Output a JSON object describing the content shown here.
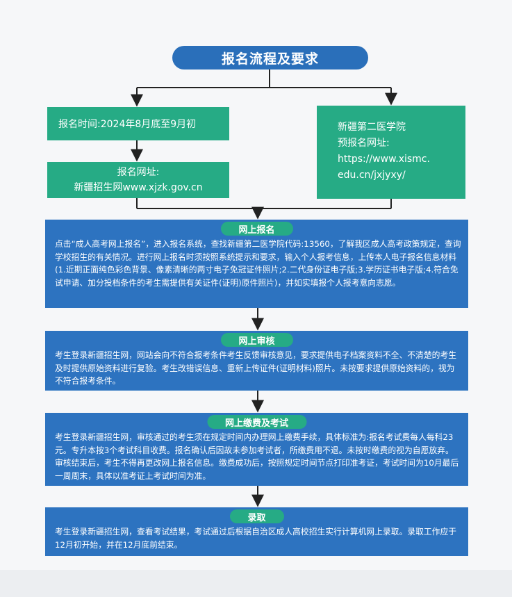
{
  "title": "报名流程及要求",
  "left_flow": {
    "time_box": "报名时间:2024年8月底至9月初",
    "site_box_line1": "报名网址:",
    "site_box_line2": "新疆招生网www.xjzk.gov.cn"
  },
  "right_box": {
    "line1": "新疆第二医学院",
    "line2": "预报名网址:",
    "line3": "https://www.xismc.",
    "line4": "edu.cn/jxjyxy/"
  },
  "sections": [
    {
      "heading": "网上报名",
      "body": "点击“成人高考网上报名”，进入报名系统，查找新疆第二医学院代码:13560，了解我区成人高考政策规定，查询学校招生的有关情况。进行网上报名时须按照系统提示和要求，输入个人报考信息，上传本人电子报名信息材料(1.近期正面纯色彩色背景、像素清晰的两寸电子免冠证件照片;2.二代身份证电子版;3.学历证书电子版;4.符合免试申请、加分投档条件的考生需提供有关证件(证明)原件照片)，并如实填报个人报考意向志愿。"
    },
    {
      "heading": "网上审核",
      "body": "考生登录新疆招生网，网站会向不符合报考条件考生反馈审核意见，要求提供电子档案资料不全、不清楚的考生及时提供原始资料进行复验。考生改错误信息、重新上传证件(证明材料)照片。未按要求提供原始资料的，视为不符合报考条件。"
    },
    {
      "heading": "网上缴费及考试",
      "body": "考生登录新疆招生网，审核通过的考生须在规定时间内办理网上缴费手续，具体标准为:报名考试费每人每科23元。专升本按3个考试科目收费。报名确认后因故未参加考试者，所缴费用不退。未按时缴费的视为自愿放弃。审核结束后，考生不得再更改网上报名信息。缴费成功后，按照规定时间节点打印准考证，考试时间为10月最后一周周末，具体以准考证上考试时间为准。"
    },
    {
      "heading": "录取",
      "body": "考生登录新疆招生网，查看考试结果，考试通过后根据自治区成人高校招生实行计算机网上录取。录取工作应于12月初开始，并在12月底前结束。"
    }
  ],
  "colors": {
    "blue": "#2d73c0",
    "title_blue": "#2a6fba",
    "green": "#26ab85",
    "background": "#f6f7f9"
  }
}
